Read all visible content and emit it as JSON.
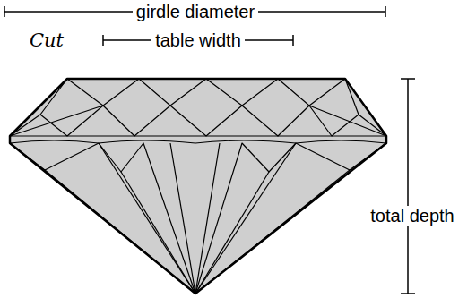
{
  "diagram": {
    "labels": [
      "girdle diameter",
      "table width",
      "Cut",
      "total depth"
    ]
  }
}
